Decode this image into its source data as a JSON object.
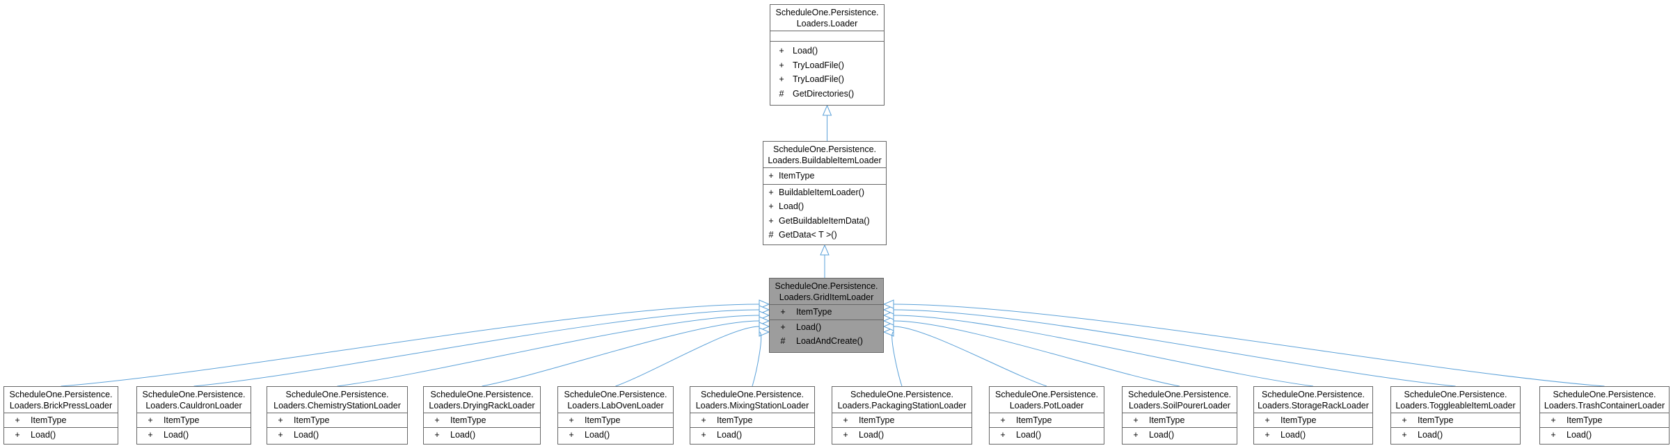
{
  "diagram": {
    "root": {
      "title_lines": [
        "ScheduleOne.Persistence.",
        "Loaders.Loader"
      ],
      "attributes": [],
      "operations": [
        {
          "vis": "+",
          "name": "Load()"
        },
        {
          "vis": "+",
          "name": "TryLoadFile()"
        },
        {
          "vis": "+",
          "name": "TryLoadFile()"
        },
        {
          "vis": "#",
          "name": "GetDirectories()"
        }
      ]
    },
    "buildable": {
      "title_lines": [
        "ScheduleOne.Persistence.",
        "Loaders.BuildableItemLoader"
      ],
      "attributes": [
        {
          "vis": "+",
          "name": "ItemType"
        }
      ],
      "operations": [
        {
          "vis": "+",
          "name": "BuildableItemLoader()"
        },
        {
          "vis": "+",
          "name": "Load()"
        },
        {
          "vis": "+",
          "name": "GetBuildableItemData()"
        },
        {
          "vis": "#",
          "name": "GetData< T >()"
        }
      ]
    },
    "grid": {
      "title_lines": [
        "ScheduleOne.Persistence.",
        "Loaders.GridItemLoader"
      ],
      "attributes": [
        {
          "vis": "+",
          "name": "ItemType"
        }
      ],
      "operations": [
        {
          "vis": "+",
          "name": "Load()"
        },
        {
          "vis": "#",
          "name": "LoadAndCreate()"
        }
      ]
    },
    "children": [
      {
        "title_lines": [
          "ScheduleOne.Persistence.",
          "Loaders.BrickPressLoader"
        ],
        "attr": {
          "vis": "+",
          "name": "ItemType"
        },
        "op": {
          "vis": "+",
          "name": "Load()"
        }
      },
      {
        "title_lines": [
          "ScheduleOne.Persistence.",
          "Loaders.CauldronLoader"
        ],
        "attr": {
          "vis": "+",
          "name": "ItemType"
        },
        "op": {
          "vis": "+",
          "name": "Load()"
        }
      },
      {
        "title_lines": [
          "ScheduleOne.Persistence.",
          "Loaders.ChemistryStationLoader"
        ],
        "attr": {
          "vis": "+",
          "name": "ItemType"
        },
        "op": {
          "vis": "+",
          "name": "Load()"
        }
      },
      {
        "title_lines": [
          "ScheduleOne.Persistence.",
          "Loaders.DryingRackLoader"
        ],
        "attr": {
          "vis": "+",
          "name": "ItemType"
        },
        "op": {
          "vis": "+",
          "name": "Load()"
        }
      },
      {
        "title_lines": [
          "ScheduleOne.Persistence.",
          "Loaders.LabOvenLoader"
        ],
        "attr": {
          "vis": "+",
          "name": "ItemType"
        },
        "op": {
          "vis": "+",
          "name": "Load()"
        }
      },
      {
        "title_lines": [
          "ScheduleOne.Persistence.",
          "Loaders.MixingStationLoader"
        ],
        "attr": {
          "vis": "+",
          "name": "ItemType"
        },
        "op": {
          "vis": "+",
          "name": "Load()"
        }
      },
      {
        "title_lines": [
          "ScheduleOne.Persistence.",
          "Loaders.PackagingStationLoader"
        ],
        "attr": {
          "vis": "+",
          "name": "ItemType"
        },
        "op": {
          "vis": "+",
          "name": "Load()"
        }
      },
      {
        "title_lines": [
          "ScheduleOne.Persistence.",
          "Loaders.PotLoader"
        ],
        "attr": {
          "vis": "+",
          "name": "ItemType"
        },
        "op": {
          "vis": "+",
          "name": "Load()"
        }
      },
      {
        "title_lines": [
          "ScheduleOne.Persistence.",
          "Loaders.SoilPourerLoader"
        ],
        "attr": {
          "vis": "+",
          "name": "ItemType"
        },
        "op": {
          "vis": "+",
          "name": "Load()"
        }
      },
      {
        "title_lines": [
          "ScheduleOne.Persistence.",
          "Loaders.StorageRackLoader"
        ],
        "attr": {
          "vis": "+",
          "name": "ItemType"
        },
        "op": {
          "vis": "+",
          "name": "Load()"
        }
      },
      {
        "title_lines": [
          "ScheduleOne.Persistence.",
          "Loaders.ToggleableItemLoader"
        ],
        "attr": {
          "vis": "+",
          "name": "ItemType"
        },
        "op": {
          "vis": "+",
          "name": "Load()"
        }
      },
      {
        "title_lines": [
          "ScheduleOne.Persistence.",
          "Loaders.TrashContainerLoader"
        ],
        "attr": {
          "vis": "+",
          "name": "ItemType"
        },
        "op": {
          "vis": "+",
          "name": "Load()"
        }
      }
    ],
    "colors": {
      "edge": "#5aa0d8",
      "border": "#666666",
      "highlight_fill": "#9d9d9d",
      "box_fill": "#ffffff"
    }
  }
}
